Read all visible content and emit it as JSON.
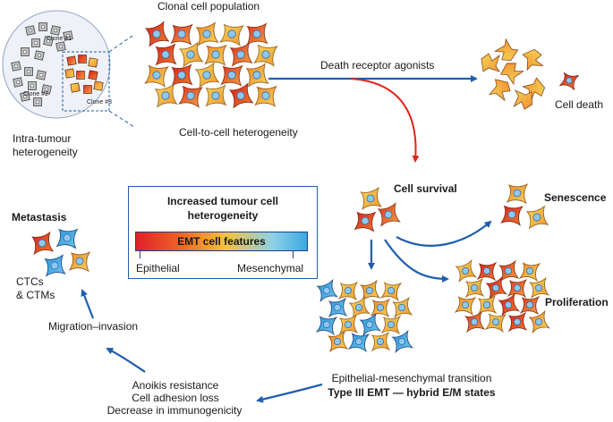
{
  "labels": {
    "clonal_population": "Clonal cell population",
    "clone1": "Clone #1",
    "clone2": "Clone #2",
    "clone3": "Clone #3",
    "intra_tumour_line1": "Intra-tumour",
    "intra_tumour_line2": "heterogeneity",
    "cell_to_cell": "Cell-to-cell heterogeneity",
    "death_receptor": "Death receptor agonists",
    "cell_death": "Cell death",
    "cell_survival": "Cell survival",
    "senescence": "Senescence",
    "proliferation": "Proliferation",
    "emt_line1": "Epithelial-mesenchymal transition",
    "emt_line2": "Type III EMT — hybrid E/M states",
    "anoikis": "Anoikis resistance",
    "adhesion": "Cell adhesion loss",
    "immuno": "Decrease in immunogenicity",
    "migration": "Migration–invasion",
    "ctc1": "CTCs",
    "ctc2": "& CTMs",
    "metastasis": "Metastasis"
  },
  "legend": {
    "title_line1": "Increased tumour cell",
    "title_line2": "heterogeneity",
    "bar_label": "EMT cell features",
    "left_label": "Epithelial",
    "right_label": "Mesenchymal"
  },
  "colors": {
    "arrow_blue": "#1f5fae",
    "arrow_red": "#e2231a",
    "red_cell": "#e0302a",
    "orange_cell": "#f08a2a",
    "yellow_cell": "#f6c449",
    "blue_cell": "#3aa8e0",
    "nucleus": "#8fc8ef",
    "clone_grey": "#bdbdbd"
  }
}
